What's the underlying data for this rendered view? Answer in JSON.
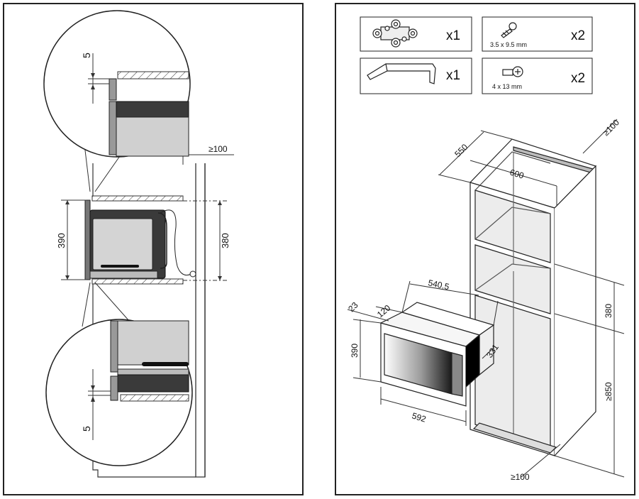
{
  "left_panel": {
    "gap_top": "5",
    "gap_bottom": "5",
    "clearance_rear": "≥100",
    "height_appliance": "390",
    "height_niche": "380"
  },
  "right_panel": {
    "parts": [
      {
        "name": "mounting-bracket-set",
        "qty": "x1",
        "spec": ""
      },
      {
        "name": "screw-small",
        "qty": "x2",
        "spec": "3.5 x 9.5 mm"
      },
      {
        "name": "trim-rail",
        "qty": "x1",
        "spec": ""
      },
      {
        "name": "screw-washer",
        "qty": "x2",
        "spec": "4 x 13 mm"
      }
    ],
    "cabinet": {
      "depth": "550",
      "width": "600",
      "clearance_top": "≥100",
      "niche_height": "380",
      "floor_height": "≥850",
      "clearance_bottom": "≥100"
    },
    "appliance": {
      "body_depth": "540.5",
      "front_offset": "23",
      "frame_depth": "120",
      "height": "390",
      "width": "592",
      "body_height": "331"
    }
  }
}
